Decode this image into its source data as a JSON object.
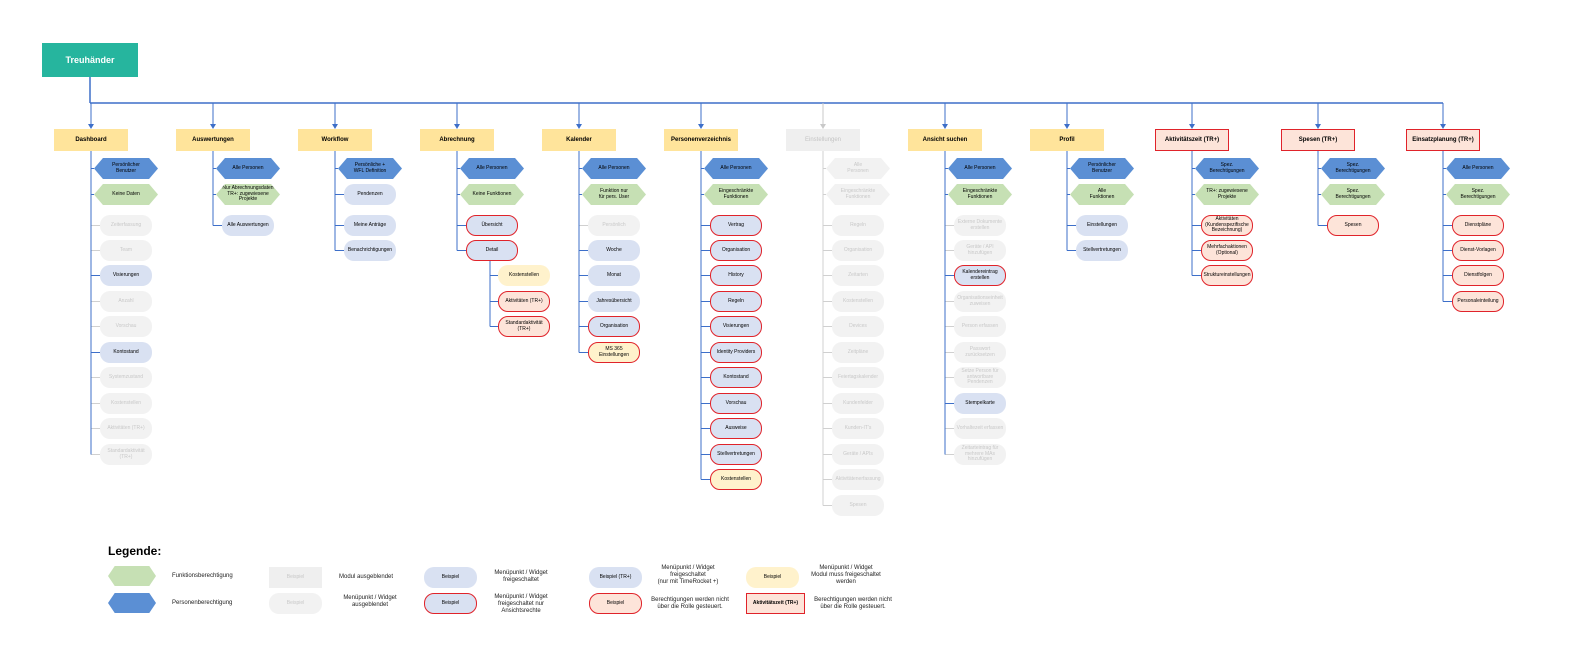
{
  "root": "Treuhänder",
  "modules": [
    {
      "title": "Dashboard",
      "style": "normal",
      "children": [
        {
          "t": "Persönlicher\nBenutzer",
          "k": "hex-blue"
        },
        {
          "t": "Keine Daten",
          "k": "hex-green"
        },
        {
          "t": "Zeiterfassung",
          "k": "ghost"
        },
        {
          "t": "Team",
          "k": "ghost"
        },
        {
          "t": "Visierungen",
          "k": "blue"
        },
        {
          "t": "Anzahl",
          "k": "ghost"
        },
        {
          "t": "Vorschau",
          "k": "ghost"
        },
        {
          "t": "Kontostand",
          "k": "blue"
        },
        {
          "t": "Systemzustand",
          "k": "ghost"
        },
        {
          "t": "Kostenstellen",
          "k": "ghost"
        },
        {
          "t": "Aktivitäten (TR+)",
          "k": "ghost"
        },
        {
          "t": "Standardaktivität\n(TR+)",
          "k": "ghost"
        }
      ]
    },
    {
      "title": "Auswertungen",
      "style": "normal",
      "children": [
        {
          "t": "Alle Personen",
          "k": "hex-blue"
        },
        {
          "t": "Nur Abrechnungsdaten\nTR+: zugewiesene\nProjekte",
          "k": "hex-green"
        },
        {
          "t": "Alle Auswertungen",
          "k": "blue"
        }
      ]
    },
    {
      "title": "Workflow",
      "style": "normal",
      "children": [
        {
          "t": "Persönliche +\nWFL Definition",
          "k": "hex-blue"
        },
        {
          "t": "Pendenzen",
          "k": "blue"
        },
        {
          "t": "Meine Anträge",
          "k": "blue"
        },
        {
          "t": "Benachrichtigungen",
          "k": "blue"
        }
      ]
    },
    {
      "title": "Abrechnung",
      "style": "normal",
      "children": [
        {
          "t": "Alle Personen",
          "k": "hex-blue"
        },
        {
          "t": "Keine Funktionen",
          "k": "hex-green"
        },
        {
          "t": "Übersicht",
          "k": "red"
        },
        {
          "t": "Detail",
          "k": "red"
        }
      ],
      "sub": [
        {
          "t": "Kostenstellen",
          "k": "yellowplain"
        },
        {
          "t": "Aktivitäten (TR+)",
          "k": "salmon"
        },
        {
          "t": "Standardaktivität\n(TR+)",
          "k": "salmon"
        }
      ]
    },
    {
      "title": "Kalender",
      "style": "normal",
      "children": [
        {
          "t": "Alle Personen",
          "k": "hex-blue"
        },
        {
          "t": "Funktion nur\nfür pers. User",
          "k": "hex-green"
        },
        {
          "t": "Persönlich",
          "k": "ghost"
        },
        {
          "t": "Woche",
          "k": "blue"
        },
        {
          "t": "Monat",
          "k": "blue"
        },
        {
          "t": "Jahresübersicht",
          "k": "blue"
        },
        {
          "t": "Organisation",
          "k": "red"
        },
        {
          "t": "MS 365\nEinstellungen",
          "k": "yellow"
        }
      ]
    },
    {
      "title": "Personenverzeichnis",
      "style": "normal",
      "children": [
        {
          "t": "Alle Personen",
          "k": "hex-blue"
        },
        {
          "t": "Eingeschränkte\nFunktionen",
          "k": "hex-green"
        },
        {
          "t": "Vertrag",
          "k": "red"
        },
        {
          "t": "Organisation",
          "k": "red"
        },
        {
          "t": "History",
          "k": "red"
        },
        {
          "t": "Regeln",
          "k": "red"
        },
        {
          "t": "Visierungen",
          "k": "red"
        },
        {
          "t": "Identity Providers",
          "k": "red"
        },
        {
          "t": "Kontostand",
          "k": "red"
        },
        {
          "t": "Vorschau",
          "k": "red"
        },
        {
          "t": "Ausweise",
          "k": "red"
        },
        {
          "t": "Stellvertretungen",
          "k": "red"
        },
        {
          "t": "Kostenstellen",
          "k": "yellow"
        }
      ]
    },
    {
      "title": "Einstellungen",
      "style": "hidden",
      "children": [
        {
          "t": "Alle\nPersonen",
          "k": "hex-ghost"
        },
        {
          "t": "Eingeschränkte\nFunktionen",
          "k": "hex-ghost"
        },
        {
          "t": "Regeln",
          "k": "ghost"
        },
        {
          "t": "Organisation",
          "k": "ghost"
        },
        {
          "t": "Zeitarten",
          "k": "ghost"
        },
        {
          "t": "Kostenstellen",
          "k": "ghost"
        },
        {
          "t": "Devices",
          "k": "ghost"
        },
        {
          "t": "Zeitpläne",
          "k": "ghost"
        },
        {
          "t": "Feiertagskalender",
          "k": "ghost"
        },
        {
          "t": "Kundenfelder",
          "k": "ghost"
        },
        {
          "t": "Kunden-IT's",
          "k": "ghost"
        },
        {
          "t": "Geräte / APIs",
          "k": "ghost"
        },
        {
          "t": "Aktivitätenerfassung",
          "k": "ghost"
        },
        {
          "t": "Spesen",
          "k": "ghost"
        }
      ]
    },
    {
      "title": "Ansicht suchen",
      "style": "normal",
      "children": [
        {
          "t": "Alle Personen",
          "k": "hex-blue"
        },
        {
          "t": "Eingeschränkte\nFunktionen",
          "k": "hex-green"
        },
        {
          "t": "Externe Dokumente\nerstellen",
          "k": "ghost"
        },
        {
          "t": "Geräte / API\nhinzufügen",
          "k": "ghost"
        },
        {
          "t": "Kalendereintrag\nerstellen",
          "k": "red"
        },
        {
          "t": "Organisationseinheit\nzuweisen",
          "k": "ghost"
        },
        {
          "t": "Person erfassen",
          "k": "ghost"
        },
        {
          "t": "Passwort\nzurücksetzen",
          "k": "ghost"
        },
        {
          "t": "Setze Person für\nantwortbare Pendenzen",
          "k": "ghost"
        },
        {
          "t": "Stempelkarte",
          "k": "blue"
        },
        {
          "t": "Vorhaltezeit erfassen",
          "k": "ghost"
        },
        {
          "t": "Zeitarteintrag für\nmehrere MAs hinzufügen",
          "k": "ghost"
        }
      ]
    },
    {
      "title": "Profil",
      "style": "normal",
      "children": [
        {
          "t": "Persönlicher\nBenutzer",
          "k": "hex-blue"
        },
        {
          "t": "Alle\nFunktionen",
          "k": "hex-green"
        },
        {
          "t": "Einstellungen",
          "k": "blue"
        },
        {
          "t": "Stellvertretungen",
          "k": "blue"
        }
      ]
    },
    {
      "title": "Aktivitätszeit (TR+)",
      "style": "tr",
      "children": [
        {
          "t": "Spez.\nBerechtigungen",
          "k": "hex-blue"
        },
        {
          "t": "TR+: zugewiesene\nProjekte",
          "k": "hex-green"
        },
        {
          "t": "Aktivitäten\n(Kundenspezifische\nBezeichnung)",
          "k": "salmon"
        },
        {
          "t": "Mehrfachaktionen\n(Optional)",
          "k": "salmon"
        },
        {
          "t": "Struktureinstellungen",
          "k": "salmon"
        }
      ]
    },
    {
      "title": "Spesen (TR+)",
      "style": "tr",
      "children": [
        {
          "t": "Spez.\nBerechtigungen",
          "k": "hex-blue"
        },
        {
          "t": "Spez.\nBerechtigungen",
          "k": "hex-green"
        },
        {
          "t": "Spesen",
          "k": "salmon"
        }
      ]
    },
    {
      "title": "Einsatzplanung (TR+)",
      "style": "tr",
      "children": [
        {
          "t": "Alle Personen",
          "k": "hex-blue"
        },
        {
          "t": "Spez.\nBerechtigungen",
          "k": "hex-green"
        },
        {
          "t": "Dienstpläne",
          "k": "salmon"
        },
        {
          "t": "Dienst-Vorlagen",
          "k": "salmon"
        },
        {
          "t": "Dienstfolgen",
          "k": "salmon"
        },
        {
          "t": "Personaleinteilung",
          "k": "salmon"
        }
      ]
    }
  ],
  "legend": {
    "title": "Legende:",
    "funktionsberechtigung": "Funktionsberechtigung",
    "personenberechtigung": "Personenberechtigung",
    "beispiel": "Beispiel",
    "beispiel_tr": "Beispiel (TR+)",
    "modul_ausgeblendet": "Modul ausgeblendet",
    "menu_ausgeblendet": "Menüpunkt / Widget\nausgeblendet",
    "menu_freigeschaltet": "Menüpunkt / Widget\nfreigeschaltet",
    "menu_ansichtsrechte": "Menüpunkt / Widget\nfreigeschaltet nur\nAnsichtsrechte",
    "menu_timerocket": "Menüpunkt / Widget\nfreigeschaltet\n(nur mit TimeRocket +)",
    "rolle_nicht_1": "Berechtigungen werden nicht\nüber die Rolle gesteuert.",
    "modul_muss": "Menüpunkt / Widget\nModul muss freigeschaltet\nwerden",
    "aktivitaetszeit": "Aktivitätszeit (TR+)",
    "rolle_nicht_2": "Berechtigungen werden nicht\nüber die Rolle gesteuert."
  },
  "colors": {
    "root": "#26b59e",
    "header": "#ffe49b",
    "line": "#3d6fc9",
    "person_hex": "#5b8fd4",
    "function_hex": "#c6e0b4",
    "menu": "#d9e1f2",
    "red_border": "#e0232a",
    "yellow": "#fff2cc",
    "salmon": "#fde4d9",
    "ghost": "#f2f2f2"
  }
}
